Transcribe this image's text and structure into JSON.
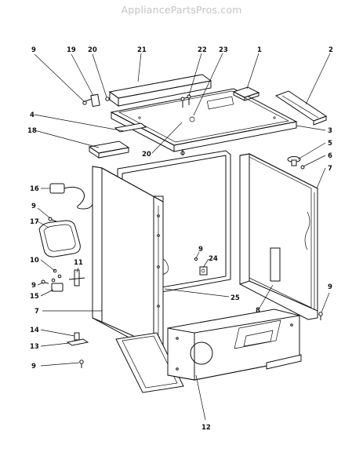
{
  "watermark": "AppliancePartsPros.com",
  "callouts": [
    "9",
    "19",
    "20",
    "21",
    "22",
    "23",
    "1",
    "2",
    "4",
    "18",
    "20",
    "3",
    "5",
    "6",
    "7",
    "16",
    "9",
    "17",
    "10",
    "11",
    "9",
    "15",
    "7",
    "9",
    "24",
    "25",
    "8",
    "9",
    "14",
    "13",
    "9",
    "12"
  ]
}
